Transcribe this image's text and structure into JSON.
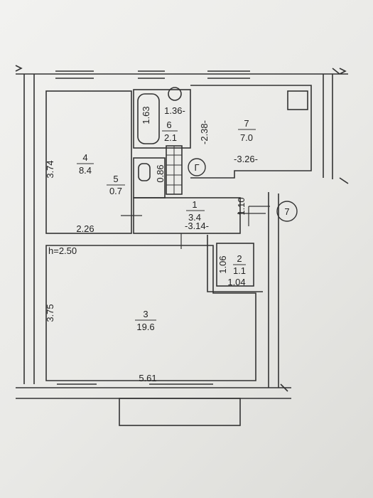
{
  "plan": {
    "ceiling_height": "h=2.50",
    "rooms": [
      {
        "num": "1",
        "area": "3.4"
      },
      {
        "num": "2",
        "area": "1.1"
      },
      {
        "num": "3",
        "area": "19.6"
      },
      {
        "num": "4",
        "area": "8.4"
      },
      {
        "num": "5",
        "area": "0.7"
      },
      {
        "num": "6",
        "area": "2.1"
      },
      {
        "num": "7",
        "area": "7.0"
      }
    ],
    "dimensions": {
      "d_374": "3.74",
      "d_226": "2.26",
      "d_375": "3.75",
      "d_561": "5.61",
      "d_163": "1.63",
      "d_136": "1.36-",
      "d_238": "-2.38-",
      "d_326": "-3.26-",
      "d_086": "0.86",
      "d_110": "1.10",
      "d_314": "-3.14-",
      "d_106": "1.06",
      "d_104": "1.04"
    },
    "markers": {
      "gas_letter": "Г",
      "section_number": "7"
    }
  }
}
